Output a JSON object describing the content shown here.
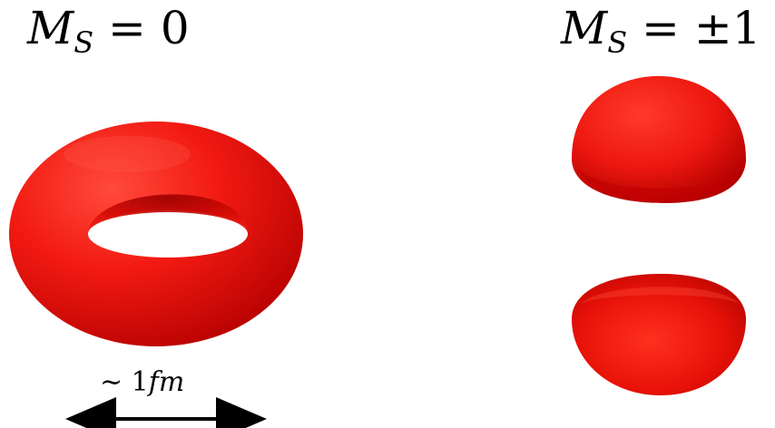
{
  "panels": {
    "left": {
      "symbol": "M",
      "subscript": "S",
      "relation": "= 0"
    },
    "right": {
      "symbol": "M",
      "subscript": "S",
      "relation": "= ±1"
    }
  },
  "scale": {
    "prefix": "∼ 1",
    "unit": "fm"
  },
  "colors": {
    "shape": "#ff1a1a",
    "shape_dark": "#b00000",
    "arrow": "#000000"
  }
}
